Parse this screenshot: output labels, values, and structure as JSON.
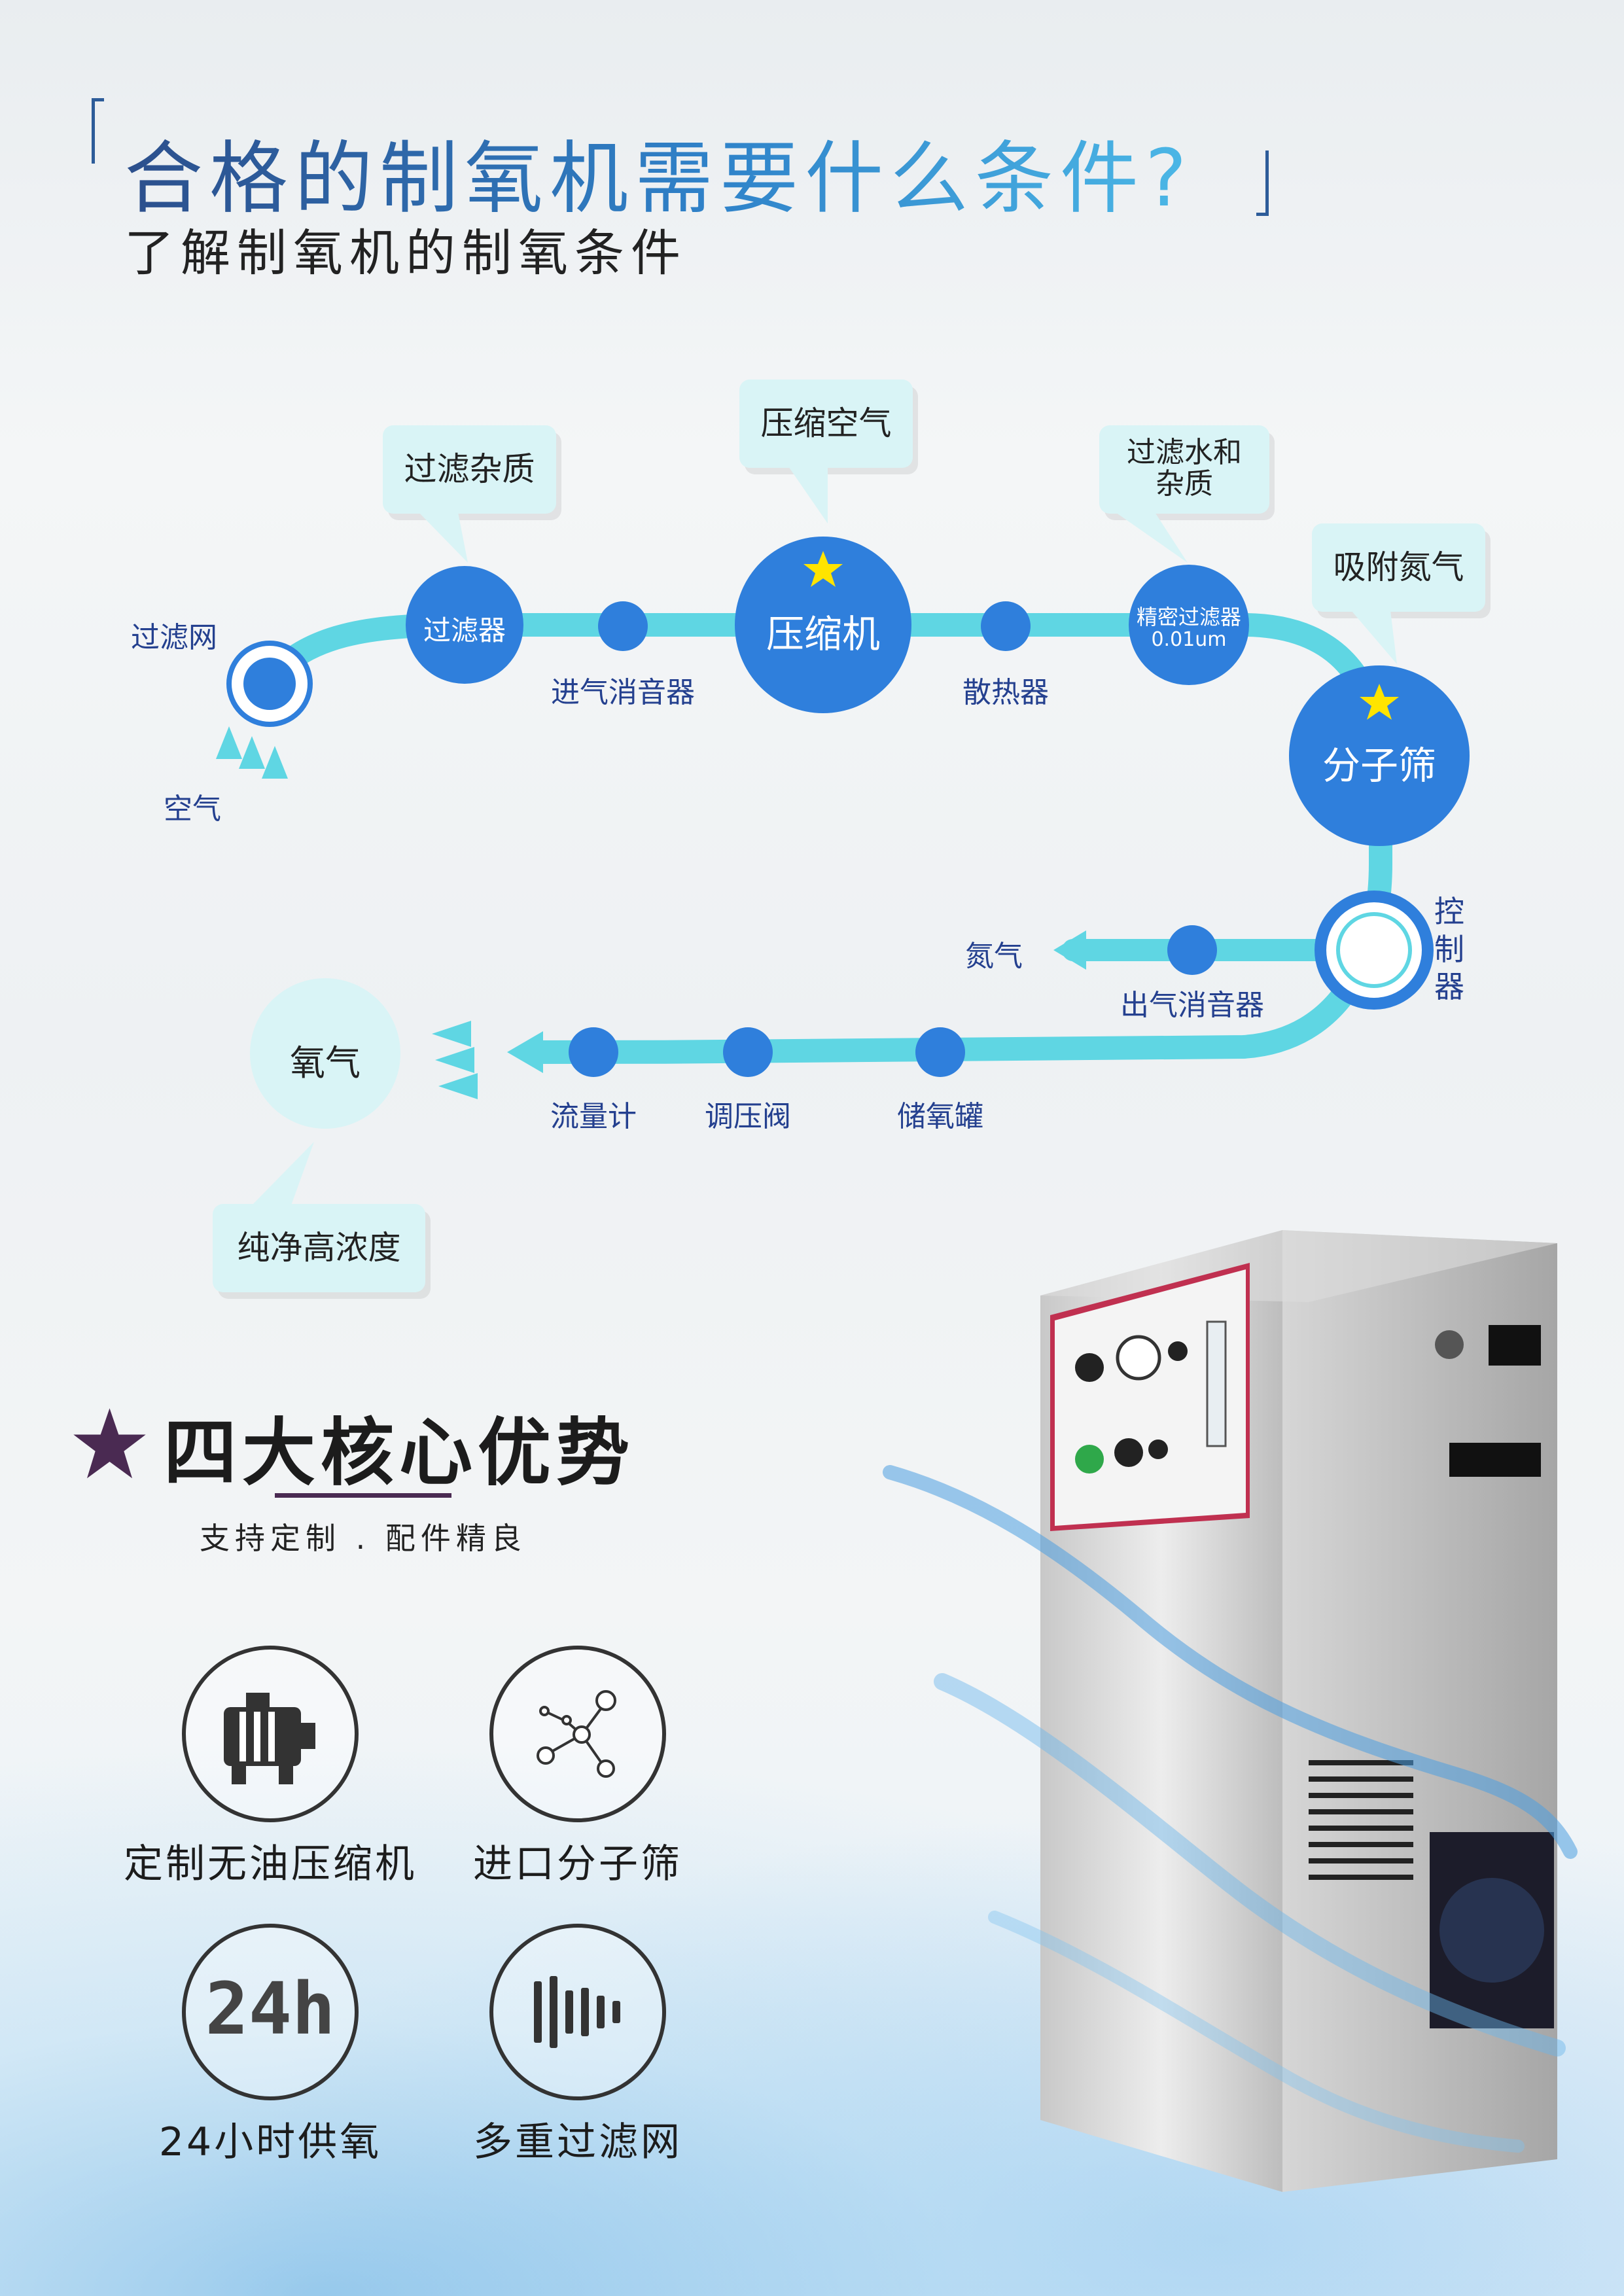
{
  "header": {
    "title": "合格的制氧机需要什么条件?",
    "subtitle": "了解制氧机的制氧条件"
  },
  "flow": {
    "inputs": {
      "air": "空气",
      "filter_net": "过滤网"
    },
    "nodes": {
      "filter": "过滤器",
      "intake_muffler": "进气消音器",
      "compressor": "压缩机",
      "radiator": "散热器",
      "precision_filter": "精密过滤器",
      "precision_filter_spec": "0.01um",
      "sieve": "分子筛",
      "controller": "控制器",
      "exhaust_muffler": "出气消音器",
      "nitrogen": "氮气",
      "oxygen_tank": "储氧罐",
      "pressure_valve": "调压阀",
      "flowmeter": "流量计",
      "oxygen": "氧气"
    },
    "callouts": {
      "filter_impurities": "过滤杂质",
      "compress_air": "压缩空气",
      "filter_water_line1": "过滤水和",
      "filter_water_line2": "杂质",
      "adsorb_nitrogen": "吸附氮气",
      "pure_high_concentration": "纯净高浓度"
    },
    "colors": {
      "pipe": "#5fd6e3",
      "node": "#2f7fdc",
      "node_dark": "#2a6fcd",
      "callout": "#d9f4f6",
      "label": "#24408f",
      "star": "#ffe400"
    }
  },
  "advantages": {
    "title": "四大核心优势",
    "subtitle": "支持定制 . 配件精良",
    "items": [
      {
        "icon": "motor-icon",
        "label": "定制无油压缩机"
      },
      {
        "icon": "molecule-icon",
        "label": "进口分子筛"
      },
      {
        "icon": "24h-icon",
        "label": "24小时供氧",
        "icon_text": "24h"
      },
      {
        "icon": "filter-lines-icon",
        "label": "多重过滤网"
      }
    ],
    "colors": {
      "title_accent": "#4a2a52",
      "star": "#4a2a52"
    }
  }
}
